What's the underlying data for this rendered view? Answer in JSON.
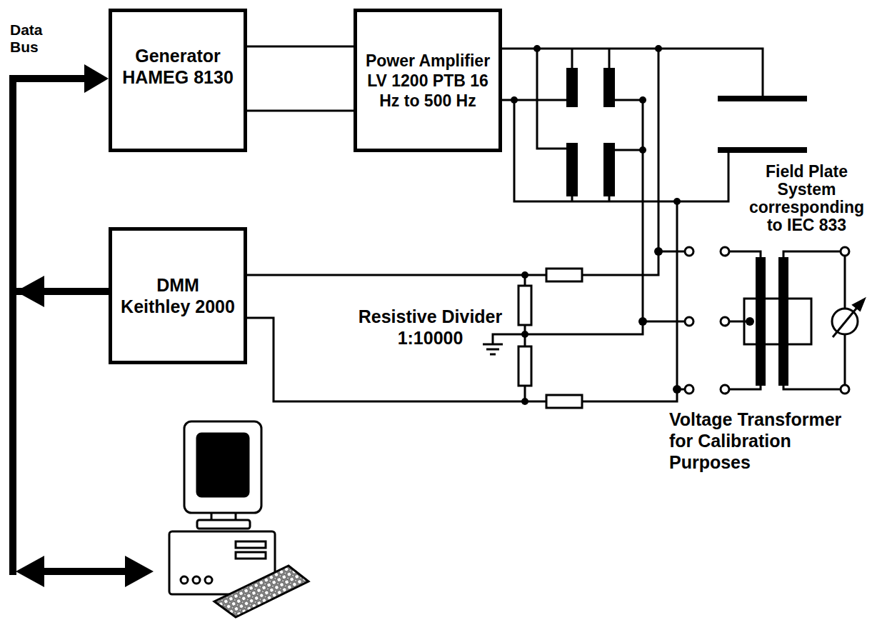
{
  "diagram": {
    "nodes": [
      {
        "text": [
          "Generator HAMEG 8130"
        ]
      },
      {
        "text": [
          "Power Amplifier LV 1200 PTB 16 Hz to 500 Hz"
        ]
      },
      {
        "text": [
          "DMM Keithley 2000"
        ]
      }
    ],
    "edges": [
      {
        "from": 0,
        "to": 1,
        "arrow": "none"
      },
      {
        "from": 0,
        "to": 1,
        "arrow": "none"
      },
      {
        "from": 2,
        "to": 0,
        "arrow": "to"
      }
    ],
    "labels": [
      "Data Bus",
      "Resistive Divider 1:10000",
      "Field Plate System corresponding to IEC 833",
      "Voltage Transformer for Calibration Purposes"
    ]
  }
}
